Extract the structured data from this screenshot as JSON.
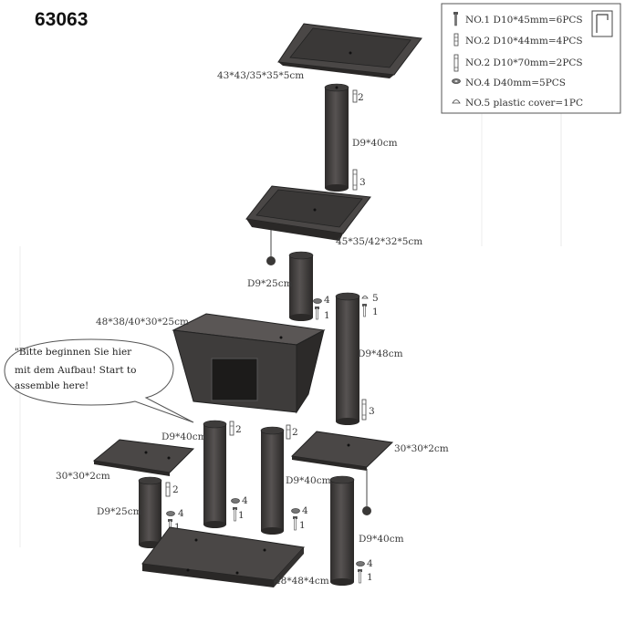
{
  "model_number": "63063",
  "legend": {
    "items": [
      {
        "icon": "screw-icon",
        "text": "NO.1  D10*45mm=6PCS"
      },
      {
        "icon": "short-rod-icon",
        "text": "NO.2  D10*44mm=4PCS"
      },
      {
        "icon": "long-rod-icon",
        "text": "NO.2  D10*70mm=2PCS"
      },
      {
        "icon": "washer-icon",
        "text": "NO.4  D40mm=5PCS"
      },
      {
        "icon": "cover-icon",
        "text": "NO.5  plastic cover=1PC"
      }
    ]
  },
  "bubble": {
    "line1": "\"Bitte beginnen Sie hier",
    "line2": "mit dem Aufbau! Start to",
    "line3": "assemble here!"
  },
  "labels": {
    "top_tray": "43*43/35*35*5cm",
    "post_top": "D9*40cm",
    "mid_tray": "45*35/42*32*5cm",
    "post_short_upper": "D9*25cm",
    "house": "48*38/40*30*25cm",
    "post_right_tall": "D9*48cm",
    "post_house_below": "D9*40cm",
    "platform_right": "30*30*2cm",
    "platform_left": "30*30*2cm",
    "post_middle": "D9*40cm",
    "post_short_lower": "D9*25cm",
    "base": "48*48*4cm",
    "post_bottom_right": "D9*40cm"
  },
  "part_numbers": {
    "n2_top": "2",
    "n3_top": "3",
    "n4_a": "4",
    "n1_a": "1",
    "n5": "5",
    "n1_b": "1",
    "n3_right": "3",
    "n2_house": "2",
    "n2_mid": "2",
    "n2_left": "2",
    "n4_b": "4",
    "n1_c": "1",
    "n4_c": "4",
    "n1_d": "1",
    "n4_d": "4",
    "n1_e": "1",
    "n4_e": "4",
    "n1_f": "1"
  },
  "colors": {
    "part_fill": "#4a4746",
    "part_dark": "#2f2d2c",
    "part_light": "#6a6665",
    "line": "#333333"
  }
}
